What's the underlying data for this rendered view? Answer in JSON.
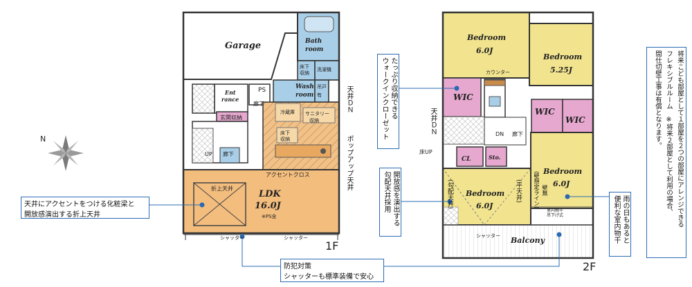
{
  "floor1": {
    "title": "1F",
    "garage": "Garage",
    "bath": "Bath room",
    "bath_l1": "Bath",
    "bath_l2": "room",
    "yukashita_l1": "床下",
    "yukashita_l2": "収納",
    "laundry": "洗濯機",
    "wash_l1": "Wash",
    "wash_l2": "room",
    "tsuri_l1": "吊戸",
    "tsuri_l2": "有",
    "entrance_l1": "Ent",
    "entrance_l2": "rance",
    "ps": "PS",
    "hallway": "廊下",
    "genkan": "玄関収納",
    "fridge": "冷蔵庫",
    "sanitary_l1": "サニタリー",
    "sanitary_l2": "収納",
    "floor_storage_l1": "床下",
    "floor_storage_l2": "収納",
    "up": "UP",
    "hallway2": "廊下",
    "accent": "アクセントクロス",
    "orijou": "折上天井",
    "ldk": "LDK",
    "ldk_size": "16.0J",
    "ps_note": "※PS含",
    "shutter1": "シャッター",
    "shutter2": "シャッター",
    "ceiling_dn": "天井ＤＮ",
    "popup": "ポップアップ天井"
  },
  "floor2": {
    "title": "2F",
    "bed1": "Bedroom",
    "bed1_size": "6.0J",
    "bed2": "Bedroom",
    "bed2_size": "5.25J",
    "bed3": "Bedroom",
    "bed3_size": "6.0J",
    "bed4": "Bedroom",
    "bed4_size": "6.0J",
    "counter": "カウンター",
    "wic": "WIC",
    "wic2": "WIC",
    "wic3": "WIC",
    "ceiling_dn": "天井ＤＮ",
    "dn": "DN",
    "hallway": "廊下",
    "floor_up": "床UP",
    "cl": "CL",
    "sto": "Sto.",
    "kobai": "(勾配天井)",
    "hira": "(平天井)",
    "partition": "(壁想定ライン)",
    "wall": "壁無",
    "hoshi_l1": "室内物干",
    "hoshi_l2": "吊下げ式",
    "balcony": "Balcony",
    "shutter": "シャッター"
  },
  "callouts": {
    "ceiling_l1": "天井にアクセントをつける化粧梁と",
    "ceiling_l2": "開放感演出する折上天井",
    "security_l1": "防犯対策",
    "security_l2": "シャッターも標準装備で安心",
    "walkin_l1": "たっぷり収納できる",
    "walkin_l2": "ウォークインクローゼット",
    "slope_l1": "開放感を演出する",
    "slope_l2": "勾配天井採用",
    "rain_l1": "雨の日もあると",
    "rain_l2": "便利な室内物干",
    "future_l1": "将来こども部屋として１部屋を２つの部屋にアレンジできる",
    "future_l2": "フレキシブルルーム　※将来２部屋として利用の場合、",
    "future_l3": "間仕切壁工事は有償となります。"
  },
  "compass": "N",
  "colors": {
    "yellow": "#f2e48e",
    "blue": "#a9cfe8",
    "pink": "#e6a8cf",
    "orange": "#f3bd7e",
    "callout_border": "#2a6ab3"
  }
}
